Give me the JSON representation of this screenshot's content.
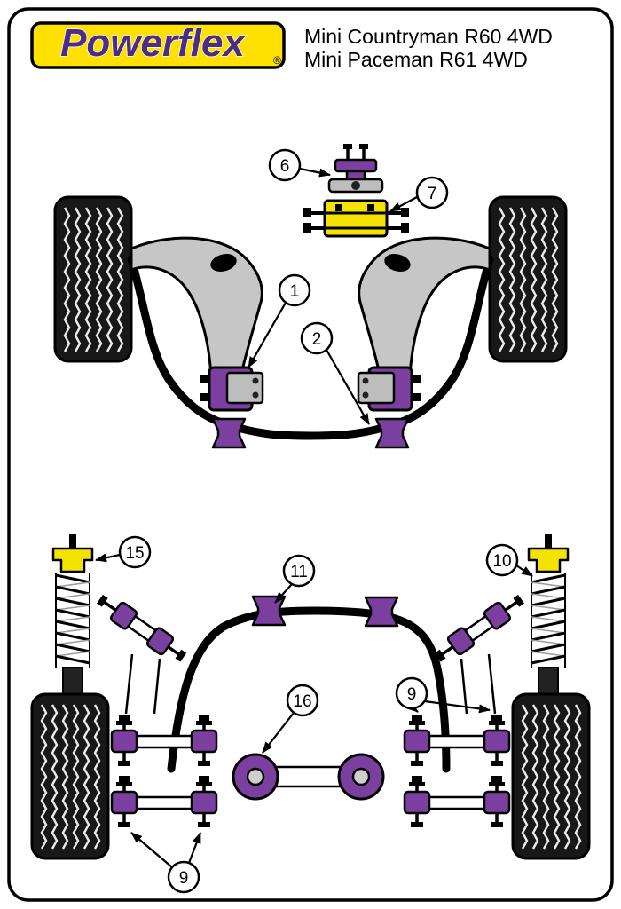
{
  "brand": {
    "logo_text": "Powerflex",
    "registered_mark": "®"
  },
  "title": {
    "line1": "Mini Countryman R60 4WD",
    "line2": "Mini Paceman R61 4WD"
  },
  "callouts": {
    "n1": "1",
    "n2": "2",
    "n6": "6",
    "n7": "7",
    "n9_right": "9",
    "n9_bottom": "9",
    "n10": "10",
    "n11": "11",
    "n15": "15",
    "n16": "16"
  },
  "colors": {
    "bush_purple": "#7B3FA0",
    "mount_yellow": "#F4E300",
    "logo_yellow": "#FFE000",
    "logo_purple": "#4B2E83",
    "arm_gray": "#C6C6C6",
    "outline_black": "#000000"
  }
}
